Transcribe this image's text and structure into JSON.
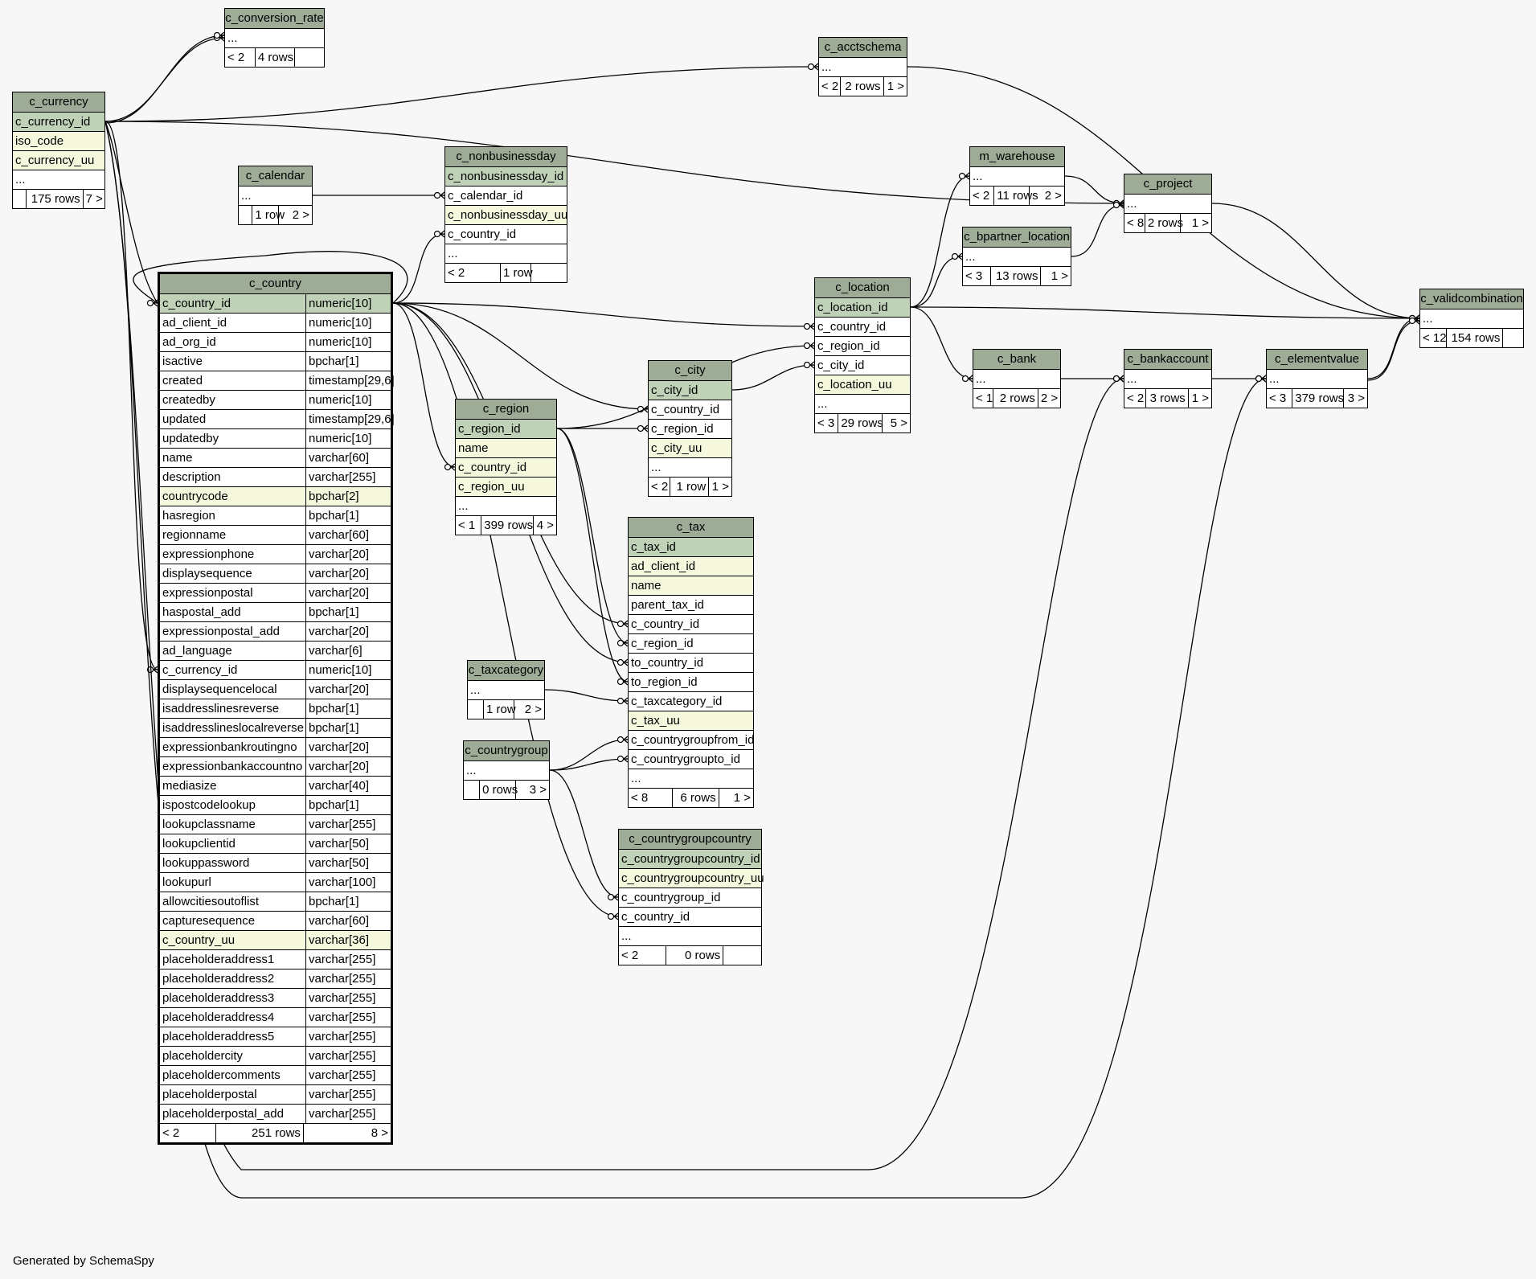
{
  "footer_note": "Generated by SchemaSpy",
  "tables": [
    {
      "id": "c_conversion_rate",
      "name": "c_conversion_rate",
      "rows": [
        {
          "n": "...",
          "s": ""
        }
      ],
      "stats": [
        "< 2",
        "4 rows",
        ""
      ]
    },
    {
      "id": "c_acctschema",
      "name": "c_acctschema",
      "rows": [
        {
          "n": "...",
          "s": ""
        }
      ],
      "stats": [
        "< 2",
        "2 rows",
        "1 >"
      ]
    },
    {
      "id": "c_currency",
      "name": "c_currency",
      "rows": [
        {
          "n": "c_currency_id",
          "s": "pk"
        },
        {
          "n": "iso_code",
          "s": "idx"
        },
        {
          "n": "c_currency_uu",
          "s": "idx"
        },
        {
          "n": "...",
          "s": ""
        }
      ],
      "stats": [
        "",
        "175 rows",
        "7 >"
      ]
    },
    {
      "id": "c_calendar",
      "name": "c_calendar",
      "rows": [
        {
          "n": "...",
          "s": ""
        }
      ],
      "stats": [
        "",
        "1 row",
        "2 >"
      ]
    },
    {
      "id": "c_nonbusinessday",
      "name": "c_nonbusinessday",
      "rows": [
        {
          "n": "c_nonbusinessday_id",
          "s": "pk"
        },
        {
          "n": "c_calendar_id",
          "s": ""
        },
        {
          "n": "c_nonbusinessday_uu",
          "s": "idx"
        },
        {
          "n": "c_country_id",
          "s": ""
        },
        {
          "n": "...",
          "s": ""
        }
      ],
      "stats": [
        "< 2",
        "1 row",
        ""
      ]
    },
    {
      "id": "m_warehouse",
      "name": "m_warehouse",
      "rows": [
        {
          "n": "...",
          "s": ""
        }
      ],
      "stats": [
        "< 2",
        "11 rows",
        "2 >"
      ]
    },
    {
      "id": "c_project",
      "name": "c_project",
      "rows": [
        {
          "n": "...",
          "s": ""
        }
      ],
      "stats": [
        "< 8",
        "2 rows",
        "1 >"
      ]
    },
    {
      "id": "c_bpartner_location",
      "name": "c_bpartner_location",
      "rows": [
        {
          "n": "...",
          "s": ""
        }
      ],
      "stats": [
        "< 3",
        "13 rows",
        "1 >"
      ]
    },
    {
      "id": "c_location",
      "name": "c_location",
      "rows": [
        {
          "n": "c_location_id",
          "s": "pk"
        },
        {
          "n": "c_country_id",
          "s": ""
        },
        {
          "n": "c_region_id",
          "s": ""
        },
        {
          "n": "c_city_id",
          "s": ""
        },
        {
          "n": "c_location_uu",
          "s": "idx"
        },
        {
          "n": "...",
          "s": ""
        }
      ],
      "stats": [
        "< 3",
        "29 rows",
        "5 >"
      ]
    },
    {
      "id": "c_validcombination",
      "name": "c_validcombination",
      "rows": [
        {
          "n": "...",
          "s": ""
        }
      ],
      "stats": [
        "< 12",
        "154 rows",
        ""
      ]
    },
    {
      "id": "c_city",
      "name": "c_city",
      "rows": [
        {
          "n": "c_city_id",
          "s": "pk"
        },
        {
          "n": "c_country_id",
          "s": ""
        },
        {
          "n": "c_region_id",
          "s": ""
        },
        {
          "n": "c_city_uu",
          "s": "idx"
        },
        {
          "n": "...",
          "s": ""
        }
      ],
      "stats": [
        "< 2",
        "1 row",
        "1 >"
      ]
    },
    {
      "id": "c_region",
      "name": "c_region",
      "rows": [
        {
          "n": "c_region_id",
          "s": "pk"
        },
        {
          "n": "name",
          "s": "idx"
        },
        {
          "n": "c_country_id",
          "s": "idx"
        },
        {
          "n": "c_region_uu",
          "s": "idx"
        },
        {
          "n": "...",
          "s": ""
        }
      ],
      "stats": [
        "< 1",
        "399 rows",
        "4 >"
      ]
    },
    {
      "id": "c_bank",
      "name": "c_bank",
      "rows": [
        {
          "n": "...",
          "s": ""
        }
      ],
      "stats": [
        "< 1",
        "2 rows",
        "2 >"
      ]
    },
    {
      "id": "c_bankaccount",
      "name": "c_bankaccount",
      "rows": [
        {
          "n": "...",
          "s": ""
        }
      ],
      "stats": [
        "< 2",
        "3 rows",
        "1 >"
      ]
    },
    {
      "id": "c_elementvalue",
      "name": "c_elementvalue",
      "rows": [
        {
          "n": "...",
          "s": ""
        }
      ],
      "stats": [
        "< 3",
        "379 rows",
        "3 >"
      ]
    },
    {
      "id": "c_tax",
      "name": "c_tax",
      "rows": [
        {
          "n": "c_tax_id",
          "s": "pk"
        },
        {
          "n": "ad_client_id",
          "s": "idx"
        },
        {
          "n": "name",
          "s": "idx"
        },
        {
          "n": "parent_tax_id",
          "s": ""
        },
        {
          "n": "c_country_id",
          "s": ""
        },
        {
          "n": "c_region_id",
          "s": ""
        },
        {
          "n": "to_country_id",
          "s": ""
        },
        {
          "n": "to_region_id",
          "s": ""
        },
        {
          "n": "c_taxcategory_id",
          "s": ""
        },
        {
          "n": "c_tax_uu",
          "s": "idx"
        },
        {
          "n": "c_countrygroupfrom_id",
          "s": ""
        },
        {
          "n": "c_countrygroupto_id",
          "s": ""
        },
        {
          "n": "...",
          "s": ""
        }
      ],
      "stats": [
        "< 8",
        "6 rows",
        "1 >"
      ]
    },
    {
      "id": "c_taxcategory",
      "name": "c_taxcategory",
      "rows": [
        {
          "n": "...",
          "s": ""
        }
      ],
      "stats": [
        "",
        "1 row",
        "2 >"
      ]
    },
    {
      "id": "c_countrygroup",
      "name": "c_countrygroup",
      "rows": [
        {
          "n": "...",
          "s": ""
        }
      ],
      "stats": [
        "",
        "0 rows",
        "3 >"
      ]
    },
    {
      "id": "c_countrygroupcountry",
      "name": "c_countrygroupcountry",
      "rows": [
        {
          "n": "c_countrygroupcountry_id",
          "s": "pk"
        },
        {
          "n": "c_countrygroupcountry_uu",
          "s": "idx"
        },
        {
          "n": "c_countrygroup_id",
          "s": ""
        },
        {
          "n": "c_country_id",
          "s": ""
        },
        {
          "n": "...",
          "s": ""
        }
      ],
      "stats": [
        "< 2",
        "0 rows",
        ""
      ]
    },
    {
      "id": "c_country",
      "name": "c_country",
      "main": true,
      "rows": [
        {
          "n": "c_country_id",
          "t": "numeric[10]",
          "s": "pk"
        },
        {
          "n": "ad_client_id",
          "t": "numeric[10]",
          "s": ""
        },
        {
          "n": "ad_org_id",
          "t": "numeric[10]",
          "s": ""
        },
        {
          "n": "isactive",
          "t": "bpchar[1]",
          "s": ""
        },
        {
          "n": "created",
          "t": "timestamp[29,6]",
          "s": ""
        },
        {
          "n": "createdby",
          "t": "numeric[10]",
          "s": ""
        },
        {
          "n": "updated",
          "t": "timestamp[29,6]",
          "s": ""
        },
        {
          "n": "updatedby",
          "t": "numeric[10]",
          "s": ""
        },
        {
          "n": "name",
          "t": "varchar[60]",
          "s": ""
        },
        {
          "n": "description",
          "t": "varchar[255]",
          "s": ""
        },
        {
          "n": "countrycode",
          "t": "bpchar[2]",
          "s": "idx"
        },
        {
          "n": "hasregion",
          "t": "bpchar[1]",
          "s": ""
        },
        {
          "n": "regionname",
          "t": "varchar[60]",
          "s": ""
        },
        {
          "n": "expressionphone",
          "t": "varchar[20]",
          "s": ""
        },
        {
          "n": "displaysequence",
          "t": "varchar[20]",
          "s": ""
        },
        {
          "n": "expressionpostal",
          "t": "varchar[20]",
          "s": ""
        },
        {
          "n": "haspostal_add",
          "t": "bpchar[1]",
          "s": ""
        },
        {
          "n": "expressionpostal_add",
          "t": "varchar[20]",
          "s": ""
        },
        {
          "n": "ad_language",
          "t": "varchar[6]",
          "s": ""
        },
        {
          "n": "c_currency_id",
          "t": "numeric[10]",
          "s": ""
        },
        {
          "n": "displaysequencelocal",
          "t": "varchar[20]",
          "s": ""
        },
        {
          "n": "isaddresslinesreverse",
          "t": "bpchar[1]",
          "s": ""
        },
        {
          "n": "isaddresslineslocalreverse",
          "t": "bpchar[1]",
          "s": ""
        },
        {
          "n": "expressionbankroutingno",
          "t": "varchar[20]",
          "s": ""
        },
        {
          "n": "expressionbankaccountno",
          "t": "varchar[20]",
          "s": ""
        },
        {
          "n": "mediasize",
          "t": "varchar[40]",
          "s": ""
        },
        {
          "n": "ispostcodelookup",
          "t": "bpchar[1]",
          "s": ""
        },
        {
          "n": "lookupclassname",
          "t": "varchar[255]",
          "s": ""
        },
        {
          "n": "lookupclientid",
          "t": "varchar[50]",
          "s": ""
        },
        {
          "n": "lookuppassword",
          "t": "varchar[50]",
          "s": ""
        },
        {
          "n": "lookupurl",
          "t": "varchar[100]",
          "s": ""
        },
        {
          "n": "allowcitiesoutoflist",
          "t": "bpchar[1]",
          "s": ""
        },
        {
          "n": "capturesequence",
          "t": "varchar[60]",
          "s": ""
        },
        {
          "n": "c_country_uu",
          "t": "varchar[36]",
          "s": "idx"
        },
        {
          "n": "placeholderaddress1",
          "t": "varchar[255]",
          "s": ""
        },
        {
          "n": "placeholderaddress2",
          "t": "varchar[255]",
          "s": ""
        },
        {
          "n": "placeholderaddress3",
          "t": "varchar[255]",
          "s": ""
        },
        {
          "n": "placeholderaddress4",
          "t": "varchar[255]",
          "s": ""
        },
        {
          "n": "placeholderaddress5",
          "t": "varchar[255]",
          "s": ""
        },
        {
          "n": "placeholdercity",
          "t": "varchar[255]",
          "s": ""
        },
        {
          "n": "placeholdercomments",
          "t": "varchar[255]",
          "s": ""
        },
        {
          "n": "placeholderpostal",
          "t": "varchar[255]",
          "s": ""
        },
        {
          "n": "placeholderpostal_add",
          "t": "varchar[255]",
          "s": ""
        }
      ],
      "stats": [
        "< 2",
        "251 rows",
        "8 >"
      ]
    }
  ]
}
